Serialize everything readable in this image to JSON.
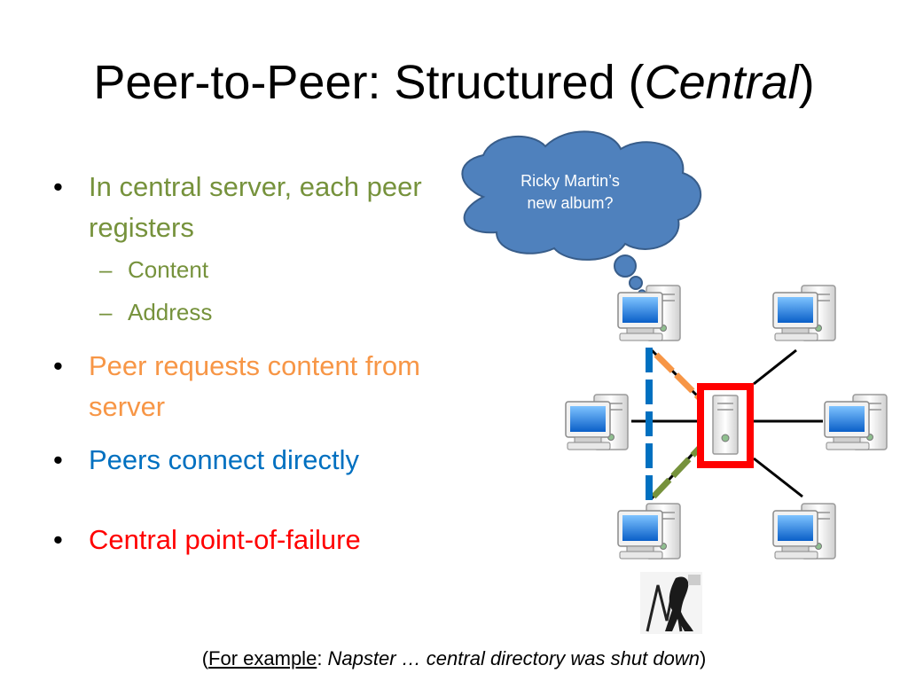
{
  "title": {
    "main": "Peer-to-Peer: Structured (",
    "italic": "Central",
    "close": ")"
  },
  "bullets": [
    {
      "text": "In central server, each peer registers",
      "color": "#76923c",
      "subitems": [
        "Content",
        "Address"
      ]
    },
    {
      "text": "Peer requests content from server",
      "color": "#f79646"
    },
    {
      "text": "Peers connect directly",
      "color": "#0070c0"
    },
    {
      "text": "Central point-of-failure",
      "color": "#ff0000"
    }
  ],
  "bullet_glyph": "•",
  "dash_glyph": "–",
  "thought_bubble": {
    "line1": "Ricky Martin’s",
    "line2": "new album?"
  },
  "caption": {
    "open": "(",
    "link": "For example",
    "colon": ": ",
    "italic": "Napster … central directory was shut down",
    "close": ")"
  },
  "colors": {
    "server_highlight": "#ff0000",
    "request_line": "#f79646",
    "direct_line": "#0070c0",
    "response_line": "#76923c",
    "bubble": "#4f81bd"
  },
  "icons": [
    "desktop-computer-icon",
    "server-icon",
    "thought-bubble-icon",
    "album-cover-image"
  ]
}
